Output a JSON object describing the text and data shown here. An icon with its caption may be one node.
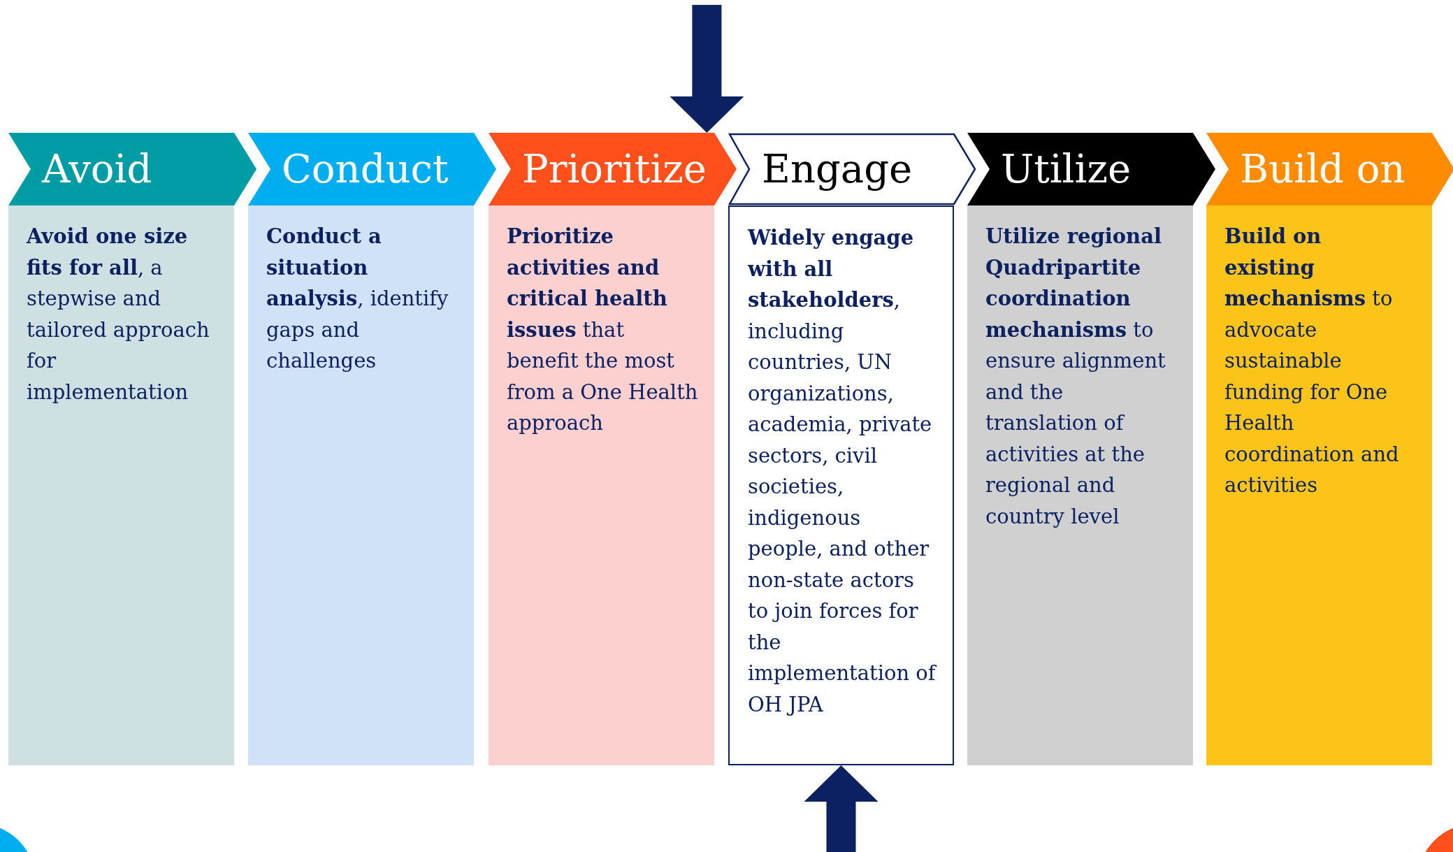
{
  "diagram": {
    "nodes": [
      {
        "text": [
          "Avoid"
        ]
      },
      {
        "text": [
          "Conduct"
        ]
      },
      {
        "text": [
          "Prioritize"
        ]
      },
      {
        "text": [
          "Engage"
        ]
      },
      {
        "text": [
          "Utilize"
        ]
      },
      {
        "text": [
          "Build on"
        ]
      },
      {
        "text": [
          "**Avoid one size fits for all**, a stepwise and tailored approach for implementation"
        ]
      },
      {
        "text": [
          "**Conduct a situation analysis**, identify gaps and challenges"
        ]
      },
      {
        "text": [
          "**Prioritize activities and critical health issues** that benefit the most from a One Health approach"
        ]
      },
      {
        "text": [
          "**Widely engage with all stakeholders**, including countries, UN organizations, academia, private sectors, civil societies, indigenous people, and other non-state actors to join forces for the implementation of OH JPA"
        ]
      },
      {
        "text": [
          "**Utilize regional Quadripartite coordination mechanisms** to ensure alignment and the translation of activities at the regional and country level"
        ]
      },
      {
        "text": [
          "**Build on existing mechanisms** to advocate sustainable funding for One Health coordination and activities"
        ]
      }
    ],
    "edges": [
      {
        "from": null,
        "to": 2,
        "arrow": "to"
      },
      {
        "from": null,
        "to": 9,
        "arrow": "to"
      }
    ]
  }
}
